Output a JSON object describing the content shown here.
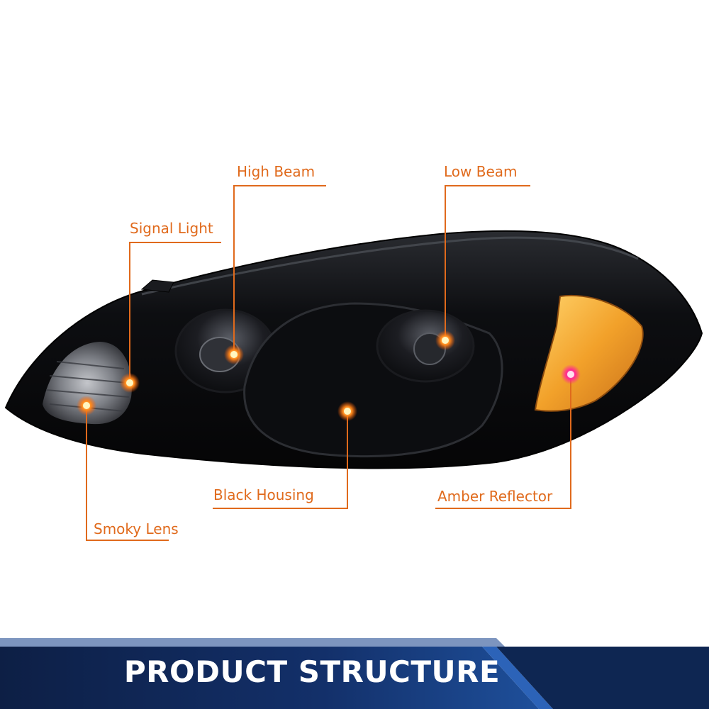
{
  "callouts": {
    "high_beam": "High Beam",
    "low_beam": "Low Beam",
    "signal_light": "Signal Light",
    "black_housing": "Black Housing",
    "amber_reflector": "Amber Reflector",
    "smoky_lens": "Smoky Lens"
  },
  "banner": {
    "title": "PRODUCT STRUCTURE"
  },
  "colors": {
    "accent": "#e06a1c",
    "housing": "#0b0b0d",
    "amber": "#f2a12a",
    "banner_dark": "#0d1f45",
    "banner_mid": "#1e4f9a"
  }
}
